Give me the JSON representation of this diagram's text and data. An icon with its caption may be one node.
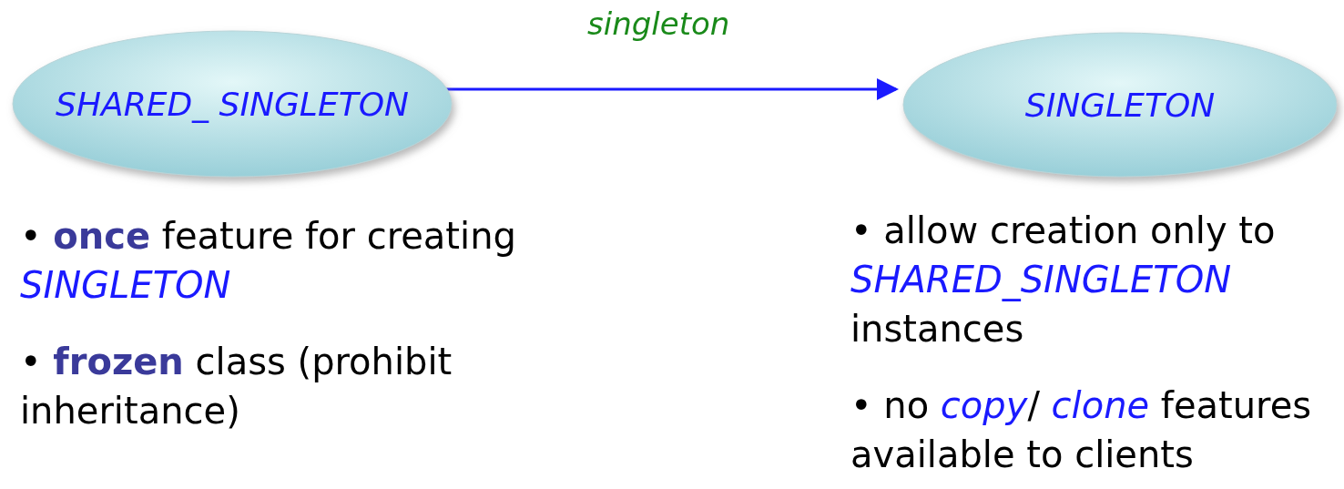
{
  "diagram": {
    "nodes": [
      {
        "text": [
          "SHARED_ SINGLETON"
        ]
      },
      {
        "text": [
          "SINGLETON"
        ]
      }
    ],
    "edges": [
      {
        "from": 0,
        "to": 1,
        "arrow": "to",
        "label": "singleton"
      }
    ],
    "labels": [
      "• **once** feature for creating *SINGLETON*",
      "• **frozen** class (prohibit inheritance)",
      "• allow creation only to *SHARED_SINGLETON* instances",
      "• no *copy*/ *clone* features available to clients"
    ]
  }
}
